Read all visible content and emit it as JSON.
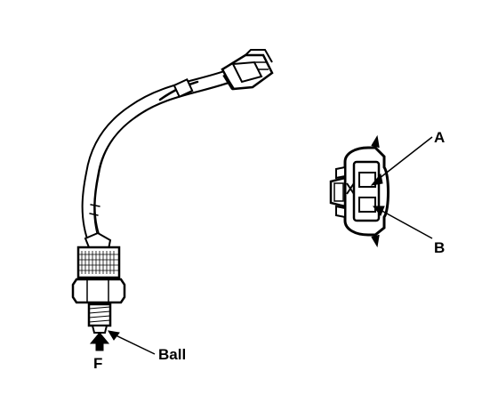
{
  "labels": {
    "a": "A",
    "b": "B",
    "f": "F",
    "ball": "Ball"
  },
  "colors": {
    "line": "#000000",
    "background": "#ffffff"
  }
}
